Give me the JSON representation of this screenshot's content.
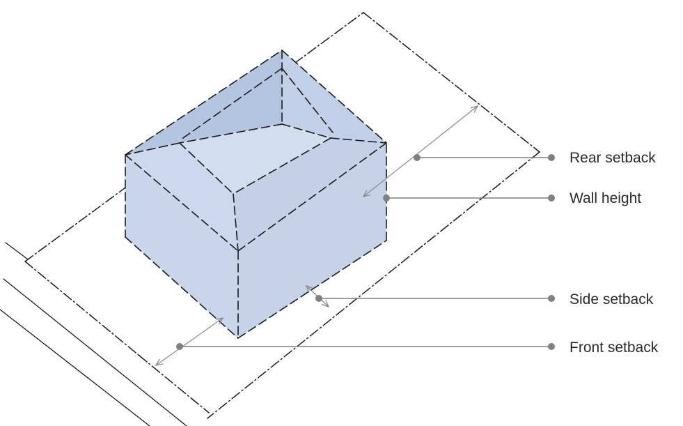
{
  "labels": {
    "rear_setback": "Rear setback",
    "wall_height": "Wall height",
    "side_setback": "Side setback",
    "front_setback": "Front setback"
  },
  "colors": {
    "wall_fill": "#c9d5ea",
    "roof_left_fill": "#b4c5e2",
    "roof_right_fill": "#c1cfe8",
    "roof_top_fill": "#c8d5ec",
    "ink": "#1a1a1a",
    "leader": "#7d7d7d"
  },
  "icons": {
    "leader_marker": "filled-circle-dot",
    "dimension_arrow": "double-headed-arrow"
  }
}
